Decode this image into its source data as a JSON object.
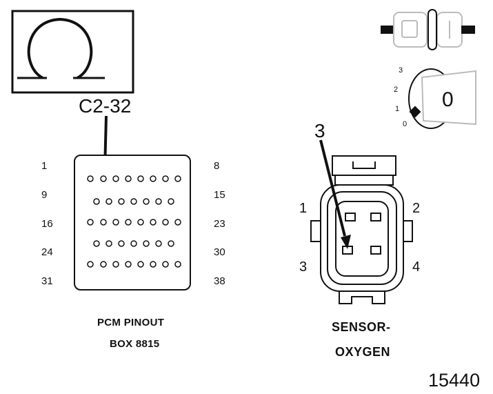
{
  "meter": {
    "symbol": "Ω",
    "terminal": "C2-32"
  },
  "pcm": {
    "row_start_labels": [
      "1",
      "9",
      "16",
      "24",
      "31"
    ],
    "row_end_labels": [
      "8",
      "15",
      "23",
      "30",
      "38"
    ],
    "caption_line1": "PCM PINOUT",
    "caption_line2": "BOX 8815"
  },
  "sensor": {
    "probe_pin": "3",
    "pin_labels": [
      "1",
      "2",
      "3",
      "4"
    ],
    "caption_line1": "SENSOR-",
    "caption_line2": "OXYGEN"
  },
  "ignition": {
    "positions": [
      "3",
      "2",
      "1",
      "0"
    ],
    "key_position": "0"
  },
  "figure_number": "15440"
}
